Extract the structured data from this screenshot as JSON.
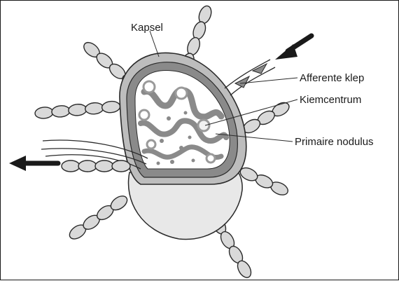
{
  "diagram": {
    "labels": {
      "capsule": "Kapsel",
      "afferent_valve": "Afferente klep",
      "germinal_center": "Kiemcentrum",
      "primary_nodule": "Primaire nodulus"
    },
    "colors": {
      "vessel_fill": "#d9d9d9",
      "cortex_dark": "#8a8a8a",
      "medulla_fill": "#ffffff",
      "node_body": "#e8e8e8",
      "outline": "#2a2a2a",
      "arrow": "#1a1a1a"
    }
  }
}
